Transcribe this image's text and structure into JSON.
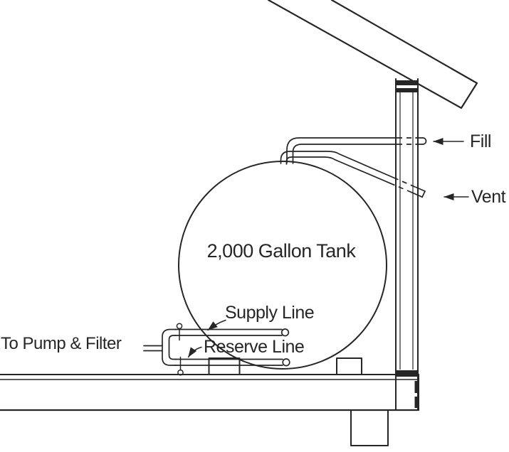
{
  "diagram": {
    "labels": {
      "tank": "2,000 Gallon Tank",
      "fill": "Fill",
      "vent": "Vent",
      "supply_line": "Supply Line",
      "reserve_line": "Reserve Line",
      "to_pump_filter": "To Pump & Filter"
    },
    "colors": {
      "ink": "#262626",
      "background": "#ffffff"
    }
  }
}
